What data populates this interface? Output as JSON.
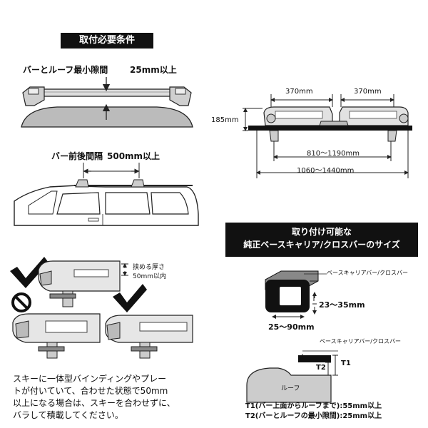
{
  "requirements": {
    "heading": "取付必要条件",
    "min_gap_label": "バーとルーフ最小隙間",
    "min_gap_value": "25mm以上",
    "bar_spacing_label": "バー前後間隔",
    "bar_spacing_value": "500mm以上"
  },
  "dimensions": {
    "width_left": "370mm",
    "width_right": "370mm",
    "height": "185mm",
    "inner_span": "810～1190mm",
    "outer_span": "1060～1440mm"
  },
  "carrier": {
    "heading_line1": "取り付け可能な",
    "heading_line2": "純正ベースキャリア/クロスバーのサイズ",
    "bar_label_1": "ベースキャリアバー/クロスバー",
    "bar_height": "23～35mm",
    "bar_width": "25～90mm",
    "bar_label_2": "ベースキャリアバー/クロスバー",
    "t1_label": "T1",
    "t2_label": "T2",
    "roof_label": "ルーフ",
    "t1_note": "T1(バー上面からルーフまで):55mm以上",
    "t2_note": "T2(バーとルーフの最小隙間):25mm以上"
  },
  "ski": {
    "thickness_line1": "挟める厚さ",
    "thickness_line2": "50mm以内",
    "note_line1": "スキーに一体型バインディングやプレー",
    "note_line2": "トが付いていて、合わせた状態で50mm",
    "note_line3": "以上になる場合は、スキーを合わせずに、",
    "note_line4": "バラして積載してください。"
  }
}
